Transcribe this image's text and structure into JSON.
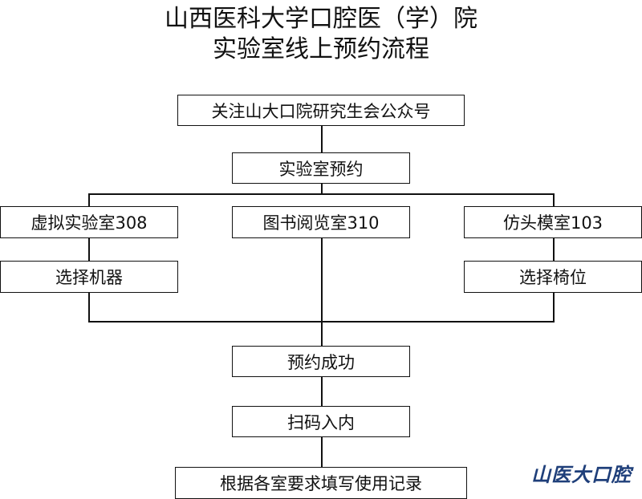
{
  "title": {
    "line1": "山西医科大学口腔医（学）院",
    "line2": "实验室线上预约流程"
  },
  "steps": {
    "follow": "关注山大口院研究生会公众号",
    "reserve": "实验室预约",
    "branches": [
      {
        "room": "虚拟实验室308",
        "action": "选择机器"
      },
      {
        "room": "图书阅览室310",
        "action": null
      },
      {
        "room": "仿头模室103",
        "action": "选择椅位"
      }
    ],
    "success": "预约成功",
    "scan": "扫码入内",
    "record": "根据各室要求填写使用记录"
  },
  "logo": {
    "text": "山医大口腔",
    "color": "#1f3f7a"
  }
}
